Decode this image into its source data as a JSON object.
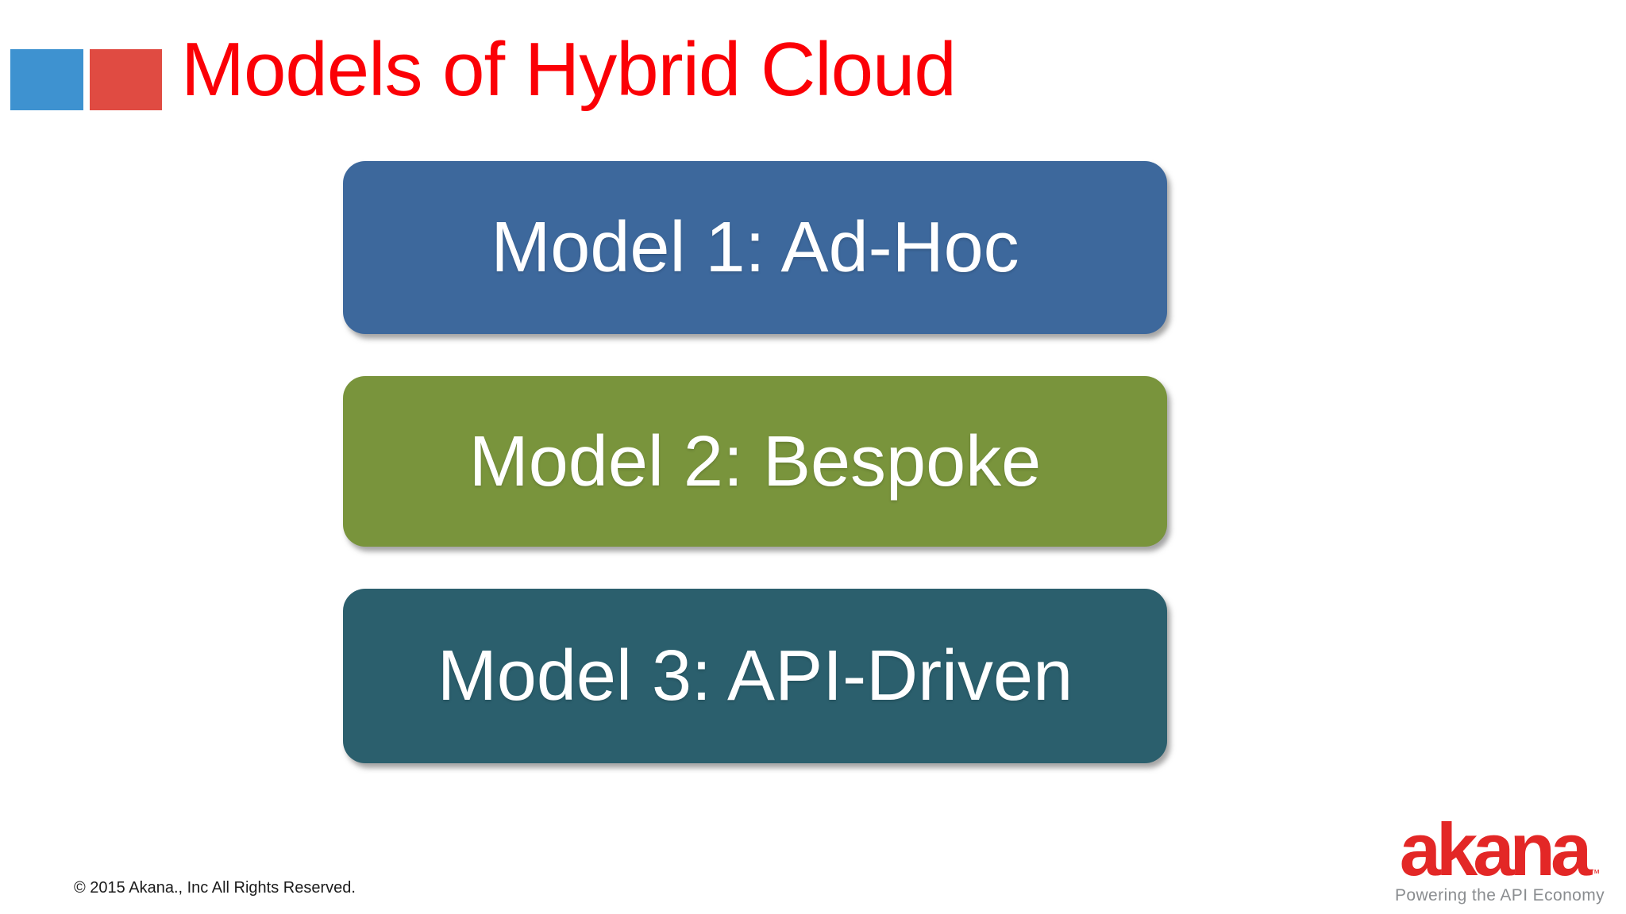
{
  "slide": {
    "title": "Models of Hybrid Cloud",
    "title_color": "#FB0006",
    "background_color": "#FFFFFF",
    "header_squares": {
      "blue": "#3E92D0",
      "red": "#E04B42"
    },
    "box_text_color": "#FFFFFF"
  },
  "models": [
    {
      "label": "Model 1: Ad-Hoc",
      "color": "#3D689C"
    },
    {
      "label": "Model 2: Bespoke",
      "color": "#79943C"
    },
    {
      "label": "Model 3: API-Driven",
      "color": "#2B5F6D"
    }
  ],
  "footer": {
    "copyright": "© 2015 Akana., Inc All Rights Reserved.",
    "logo": {
      "wordmark": "akana",
      "trademark": "™",
      "tagline": "Powering the API Economy",
      "wordmark_color": "#E32726",
      "tagline_color": "#8A8D90"
    }
  }
}
